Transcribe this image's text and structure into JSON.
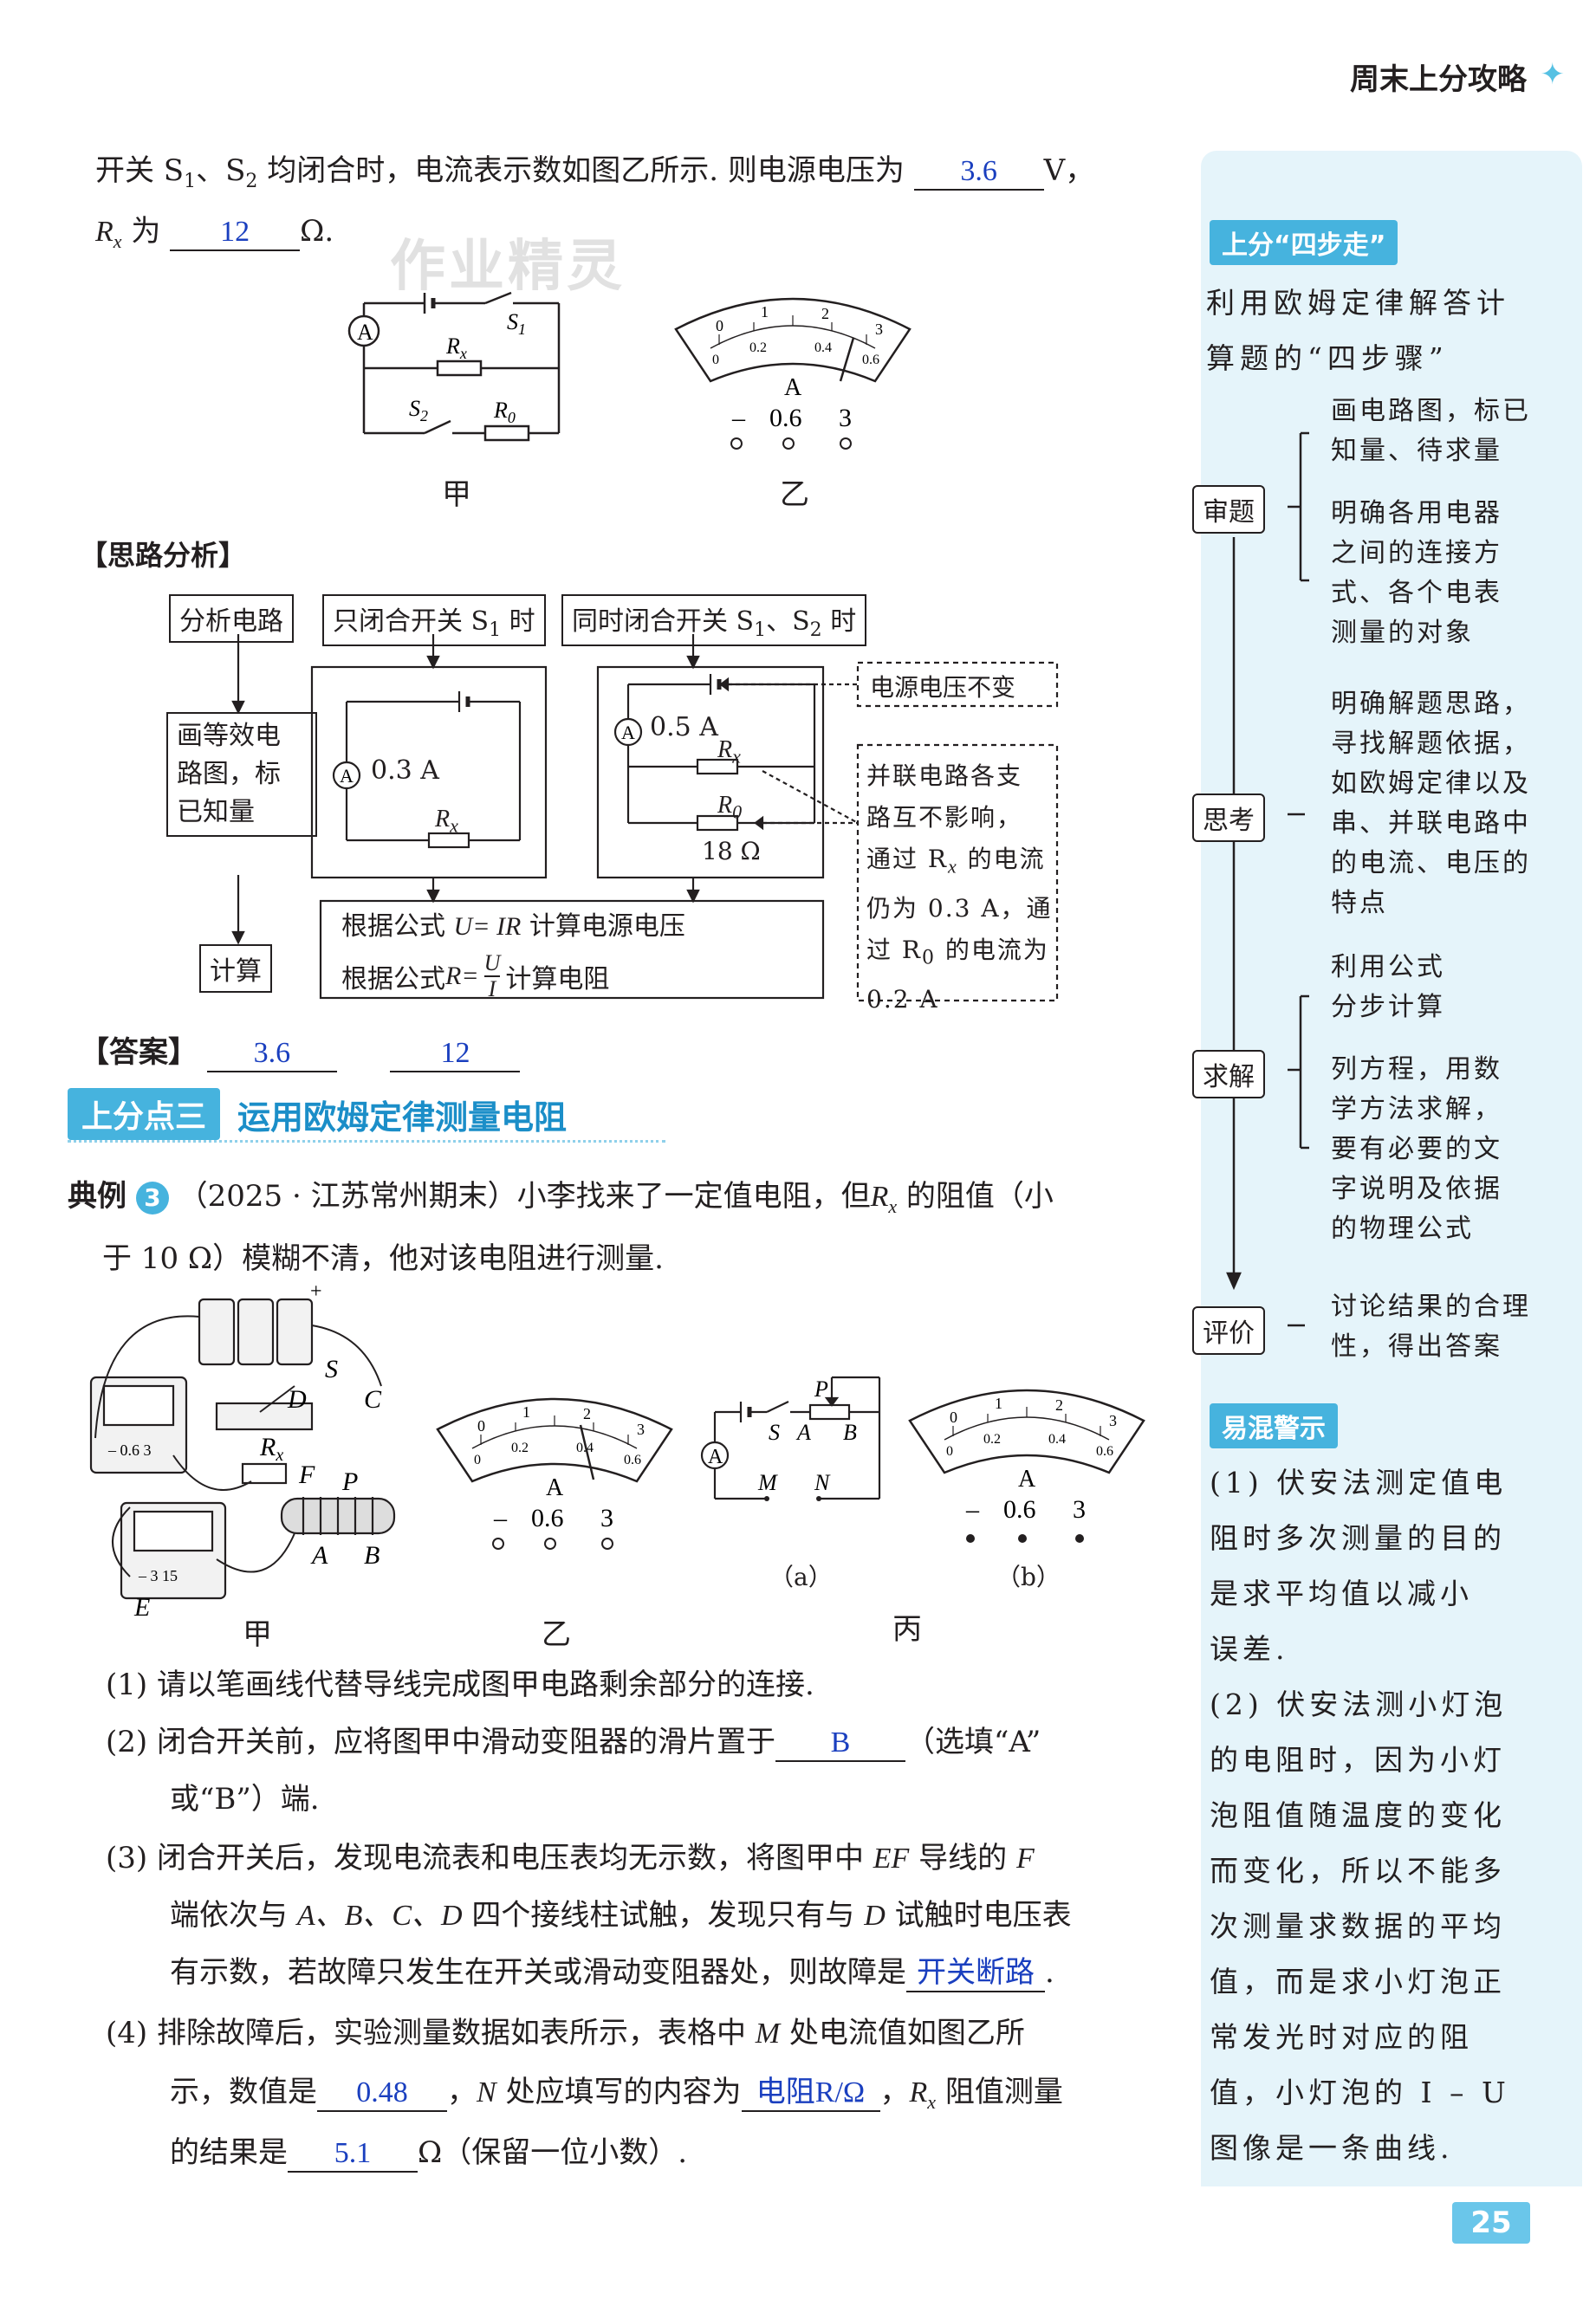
{
  "header": {
    "title": "周末上分攻略",
    "star": "✦"
  },
  "watermark": "作业精灵",
  "problem_top": {
    "line1_a": "开关 S",
    "line1_sub1": "1",
    "line1_b": "、S",
    "line1_sub2": "2",
    "line1_c": " 均闭合时，电流表示数如图乙所示. 则电源电压为",
    "ans_voltage": "3.6",
    "line1_unit": "V，",
    "line2_R": "R",
    "line2_sub": "x",
    "line2_a": " 为",
    "ans_resistance": "12",
    "line2_unit": "Ω.",
    "fig_jia": "甲",
    "fig_yi": "乙"
  },
  "circuit_top": {
    "A": "A",
    "S1": "S",
    "S1_sub": "1",
    "Rx": "R",
    "Rx_sub": "x",
    "S2": "S",
    "S2_sub": "2",
    "R0": "R",
    "R0_sub": "0"
  },
  "meter_top": {
    "t0": "0",
    "t1": "1",
    "t2": "2",
    "t3": "3",
    "s0": "0",
    "s02": "0.2",
    "s04": "0.4",
    "s06": "0.6",
    "unit": "A",
    "term_neg": "–",
    "term_06": "0.6",
    "term_3": "3"
  },
  "analysis": {
    "heading": "【思路分析】",
    "box_analyze": "分析电路",
    "box_s1": "只闭合开关 S",
    "box_s1_sub": "1",
    "box_s1_tail": " 时",
    "box_both": "同时闭合开关 S",
    "box_both_sub1": "1",
    "box_both_mid": "、S",
    "box_both_sub2": "2",
    "box_both_tail": " 时",
    "box_draw": [
      "画等效电",
      "路图，标",
      "已知量"
    ],
    "box_calc": "计算",
    "left_current": "0.3 A",
    "right_current": "0.5 A",
    "r0_value": "18 Ω",
    "note_voltage": "电源电压不变",
    "note_parallel": [
      "并联电路各支",
      "路互不影响，",
      "通过 R",
      "仍为 0.3 A，通",
      "过 R",
      "0.2 A"
    ],
    "note_parallel_x": "x",
    "note_parallel_x_tail": " 的电流",
    "note_parallel_0": "0",
    "note_parallel_0_tail": " 的电流为",
    "formula1_a": "根据公式 ",
    "formula1_b": "U= IR",
    "formula1_c": " 计算电源电压",
    "formula2_a": "根据公式 ",
    "formula2_b": "R=",
    "formula2_num": "U",
    "formula2_den": "I",
    "formula2_c": " 计算电阻"
  },
  "answer_row": {
    "label": "【答案】",
    "a1": "3.6",
    "a2": "12"
  },
  "section3": {
    "label": "上分点三",
    "title": "运用欧姆定律测量电阻"
  },
  "example3": {
    "label": "典例",
    "num": "3",
    "line1": "（2025 · 江苏常州期末）小李找来了一定值电阻，但",
    "Rx": "R",
    "Rx_sub": "x",
    "line1_tail": " 的阻值（小",
    "line2": "于 10 Ω）模糊不清，他对该电阻进行测量.",
    "fig_jia": "甲",
    "fig_yi": "乙",
    "fig_bing": "丙",
    "fig_a": "（a）",
    "fig_b": "（b）"
  },
  "fig_jia_labels": {
    "plus": "+",
    "S": "S",
    "D": "D",
    "C": "C",
    "Rx": "R",
    "Rx_sub": "x",
    "F": "F",
    "P": "P",
    "A": "A",
    "B": "B",
    "E": "E",
    "ammeter_terms": "– 0.6 3",
    "voltmeter_terms": "– 3 15"
  },
  "fig_bing_labels": {
    "S": "S",
    "P": "P",
    "A": "A",
    "B": "B",
    "M": "M",
    "N": "N",
    "ammeter": "A"
  },
  "questions": {
    "q1": "(1) 请以笔画线代替导线完成图甲电路剩余部分的连接.",
    "q2_a": "(2) 闭合开关前，应将图甲中滑动变阻器的滑片置于",
    "q2_ans": "B",
    "q2_b": "（选填“A”",
    "q2_c": "或“B”）端.",
    "q3_a": "(3) 闭合开关后，发现电流表和电压表均无示数，将图甲中 ",
    "q3_ef": "EF",
    "q3_b": " 导线的 ",
    "q3_f": "F",
    "q3_c": "端依次与 ",
    "q3_abcd": "A、B、C、D",
    "q3_d": " 四个接线柱试触，发现只有与 ",
    "q3_D": "D",
    "q3_e": " 试触时电压表",
    "q3_f2": "有示数，若故障只发生在开关或滑动变阻器处，则故障是",
    "q3_ans": "开关断路",
    "q3_end": ".",
    "q4_a": "(4) 排除故障后，实验测量数据如表所示，表格中 ",
    "q4_M": "M",
    "q4_b": " 处电流值如图乙所",
    "q4_c": "示，数值是",
    "q4_ans1": "0.48",
    "q4_d": "，",
    "q4_N": "N",
    "q4_e": " 处应填写的内容为",
    "q4_ans2": "电阻R/Ω",
    "q4_f": "，",
    "q4_R": "R",
    "q4_Rsub": "x",
    "q4_g": " 阻值测量",
    "q4_h": "的结果是",
    "q4_ans3": "5.1",
    "q4_i": "Ω（保留一位小数）."
  },
  "sidebar": {
    "tag1": "上分“四步走”",
    "intro": [
      "利用欧姆定律解答计",
      "算题的“四步骤”"
    ],
    "steps": [
      "审题",
      "思考",
      "求解",
      "评价"
    ],
    "step1_notes": [
      "画电路图，标已",
      "知量、待求量",
      "明确各用电器",
      "之间的连接方",
      "式、各个电表",
      "测量的对象"
    ],
    "step2_notes": [
      "明确解题思路，",
      "寻找解题依据，",
      "如欧姆定律以及",
      "串、并联电路中",
      "的电流、电压的",
      "特点"
    ],
    "step3_notes": [
      "利用公式",
      "分步计算",
      "列方程，用数",
      "学方法求解，",
      "要有必要的文",
      "字说明及依据",
      "的物理公式"
    ],
    "step4_notes": [
      "讨论结果的合理",
      "性，得出答案"
    ],
    "tag2": "易混警示",
    "warn": [
      "(1) 伏安法测定值电",
      "阻时多次测量的目的",
      "是求平均值以减小",
      "误差.",
      "(2) 伏安法测小灯泡",
      "的电阻时，因为小灯",
      "泡阻值随温度的变化",
      "而变化，所以不能多",
      "次测量求数据的平均",
      "值，而是求小灯泡正",
      "常发光时对应的阻",
      "值，小灯泡的 I – U",
      "图像是一条曲线."
    ]
  },
  "page_number": "25",
  "colors": {
    "accent": "#46b3de",
    "answer": "#1a3fbf",
    "sidebar_bg": "#e5f4fa"
  }
}
